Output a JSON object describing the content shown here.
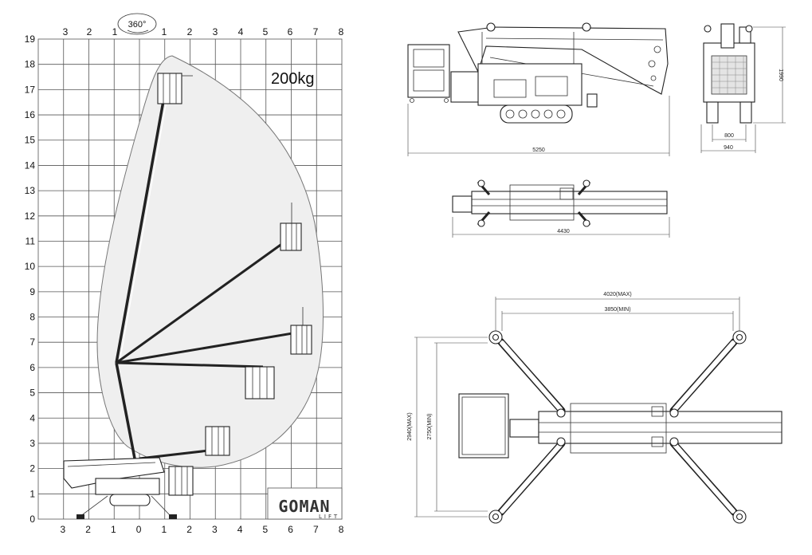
{
  "reach_chart": {
    "rotation_label": "360°",
    "capacity_label": "200kg",
    "height_ticks": [
      "19",
      "18",
      "17",
      "16",
      "15",
      "14",
      "13",
      "12",
      "11",
      "10",
      "9",
      "8",
      "7",
      "6",
      "5",
      "4",
      "3",
      "2",
      "1",
      "0"
    ],
    "outreach_ticks": [
      "3",
      "2",
      "1",
      "0",
      "1",
      "2",
      "3",
      "4",
      "5",
      "6",
      "7",
      "8"
    ],
    "top_ticks": [
      "3",
      "2",
      "1",
      "1",
      "2",
      "3",
      "4",
      "5",
      "6",
      "7",
      "8"
    ]
  },
  "brand": {
    "logo_text": "GOMAN",
    "logo_sub": "LIFT"
  },
  "dimensions": {
    "side_length": "5250",
    "front_height": "1990",
    "front_track": "800",
    "front_width": "940",
    "top_length": "4430",
    "outrigger_span_max": "4020(MAX)",
    "outrigger_span_min": "3850(MIN)",
    "outrigger_depth_max": "2940(MAX)",
    "outrigger_depth_min": "2750(MIN)"
  }
}
